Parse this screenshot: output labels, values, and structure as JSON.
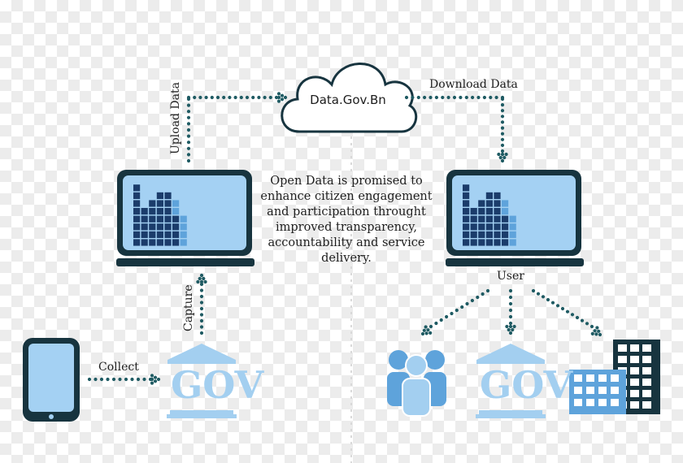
{
  "cloud": {
    "label": "Data.Gov.Bn"
  },
  "arrows": {
    "upload": "Upload Data",
    "download": "Download Data",
    "capture": "Capture",
    "collect": "Collect",
    "user": "User"
  },
  "description": "Open Data is promised to enhance citizen engagement and participation throught improved transparency, accountability and service delivery.",
  "gov_buildings": {
    "left": "GOV",
    "right": "GOV"
  },
  "colors": {
    "outline": "#17343f",
    "screen": "#a4d1f3",
    "bars_dark": "#1b3c6b",
    "bars_light": "#5ea3db",
    "dots": "#1f5b63",
    "icon_blue": "#5ea3db"
  }
}
